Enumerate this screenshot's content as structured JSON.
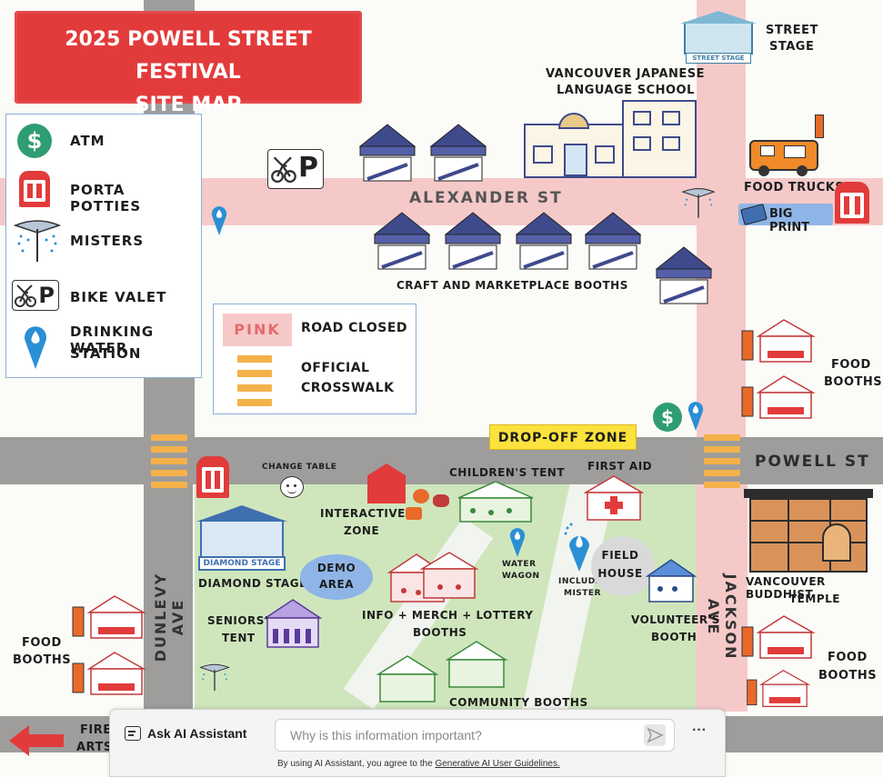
{
  "map": {
    "title_line1": "2025 POWELL STREET FESTIVAL",
    "title_line2": "SITE MAP"
  },
  "legend": {
    "atm": "ATM",
    "porta_potties": "PORTA POTTIES",
    "misters": "MISTERS",
    "bike_valet": "BIKE VALET",
    "water_line1": "DRINKING WATER",
    "water_line2": "STATION",
    "atm_symbol": "$"
  },
  "key": {
    "pink_swatch": "PINK",
    "road_closed": "ROAD CLOSED",
    "crosswalk_line1": "OFFICIAL",
    "crosswalk_line2": "CROSSWALK"
  },
  "streets": {
    "alexander": "ALEXANDER ST",
    "powell": "POWELL ST",
    "dunlevy": "DUNLEVY AVE",
    "jackson": "JACKSON AVE"
  },
  "places": {
    "language_school_line1": "VANCOUVER JAPANESE",
    "language_school_line2": "LANGUAGE SCHOOL",
    "street_stage_line1": "STREET",
    "street_stage_line2": "STAGE",
    "street_stage_sign": "STREET STAGE",
    "food_trucks": "FOOD TRUCKS",
    "big_print": "BIG PRINT",
    "craft_booths": "CRAFT AND MARKETPLACE BOOTHS",
    "food_booths_right_top_line1": "FOOD",
    "food_booths_right_top_line2": "BOOTHS",
    "drop_off": "DROP-OFF ZONE",
    "first_aid": "FIRST AID",
    "childrens_tent": "CHILDREN'S TENT",
    "change_table": "CHANGE TABLE",
    "interactive_zone_line1": "INTERACTIVE",
    "interactive_zone_line2": "ZONE",
    "diamond_stage_sign": "DIAMOND STAGE",
    "diamond_stage": "DIAMOND STAGE",
    "demo_area_line1": "DEMO",
    "demo_area_line2": "AREA",
    "water_wagon_line1": "WATER",
    "water_wagon_line2": "WAGON",
    "field_house_line1": "FIELD",
    "field_house_line2": "HOUSE",
    "includes_mister_line1": "INCLUDES",
    "includes_mister_line2": "MISTER",
    "info_booths_line1": "INFO + MERCH + LOTTERY",
    "info_booths_line2": "BOOTHS",
    "seniors_tent_line1": "SENIORS'",
    "seniors_tent_line2": "TENT",
    "volunteers_booth_line1": "VOLUNTEER'S",
    "volunteers_booth_line2": "BOOTH",
    "buddhist_temple_line1": "VANCOUVER BUDDHIST",
    "buddhist_temple_line2": "TEMPLE",
    "food_booths_left_line1": "FOOD",
    "food_booths_left_line2": "BOOTHS",
    "food_booths_right_bottom_line1": "FOOD",
    "food_booths_right_bottom_line2": "BOOTHS",
    "community_booths": "COMMUNITY BOOTHS",
    "fire_arts_line1": "FIRE",
    "fire_arts_line2": "ARTS"
  },
  "assistant": {
    "title": "Ask AI Assistant",
    "placeholder": "Why is this information important?",
    "more": "···",
    "disclaimer_prefix": "By using AI Assistant, you agree to the ",
    "disclaimer_link": "Generative AI User Guidelines."
  },
  "colors": {
    "title_red": "#e23b3b",
    "road_pink": "#f6c9c9",
    "road_gray": "#9e9d9b",
    "park_green": "#cfe6bd",
    "crosswalk_orange": "#f5b14a",
    "booth_navy": "#3f4a8c",
    "atm_green": "#2f9d74",
    "water_blue": "#2a8fd4"
  }
}
